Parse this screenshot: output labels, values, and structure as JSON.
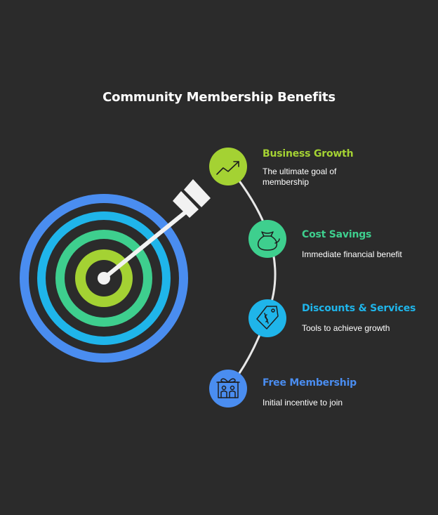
{
  "title": "Community Membership Benefits",
  "items": [
    {
      "title": "Business Growth",
      "description": "The ultimate goal of membership",
      "color": "#a4d233",
      "icon": "trend-up-icon"
    },
    {
      "title": "Cost Savings",
      "description": "Immediate financial benefit",
      "color": "#3ecf8e",
      "icon": "money-bag-icon"
    },
    {
      "title": "Discounts & Services",
      "description": "Tools to achieve growth",
      "color": "#1fb5ea",
      "icon": "price-tag-icon"
    },
    {
      "title": "Free Membership",
      "description": "Initial incentive to join",
      "color": "#4a8df0",
      "icon": "gift-box-icon"
    }
  ],
  "target": {
    "ring_colors": [
      "#4a8df0",
      "#1fb5ea",
      "#3ecf8e",
      "#a4d233"
    ],
    "arrow_color": "#f2f2f2"
  }
}
